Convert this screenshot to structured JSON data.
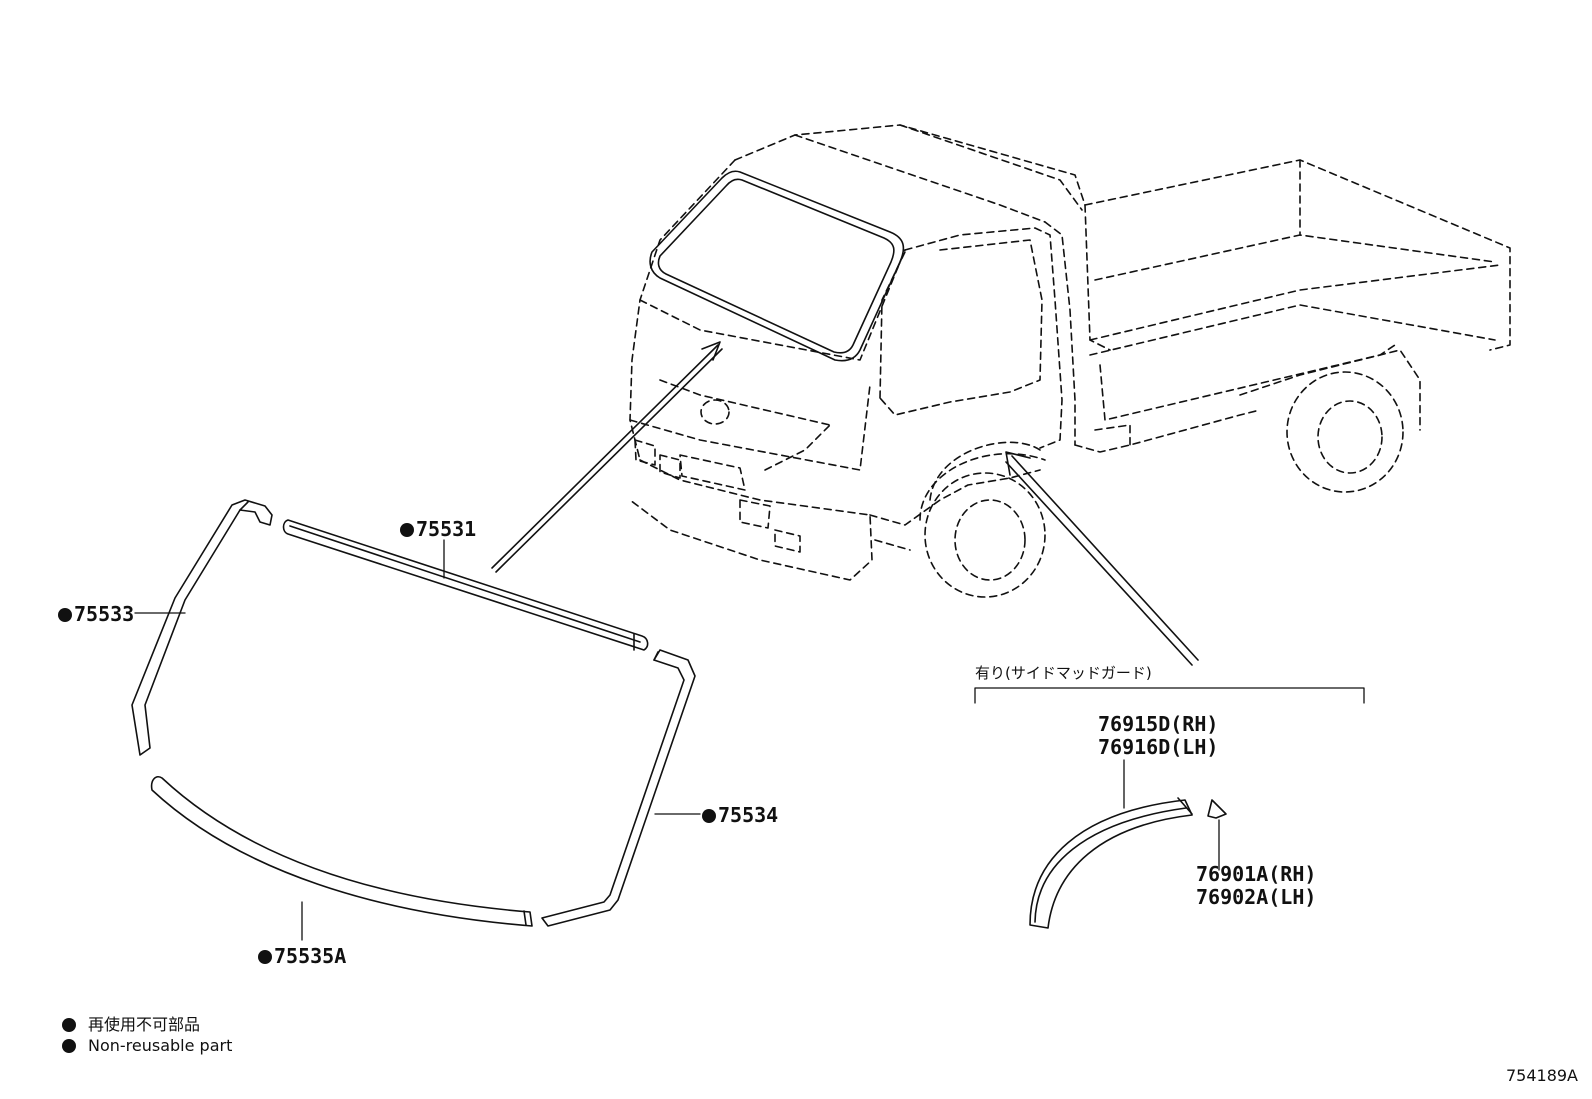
{
  "callouts": {
    "c75531": "75531",
    "c75533": "75533",
    "c75534": "75534",
    "c75535a": "75535A",
    "c76915d": "76915D(RH)",
    "c76916d": "76916D(LH)",
    "c76901a": "76901A(RH)",
    "c76902a": "76902A(LH)"
  },
  "option_note": "有り(サイドマッドガード)",
  "legend": {
    "jp": "再使用不可部品",
    "en": "Non-reusable part"
  },
  "figure_number": "754189A",
  "colors": {
    "ink": "#111111",
    "background": "#ffffff"
  }
}
